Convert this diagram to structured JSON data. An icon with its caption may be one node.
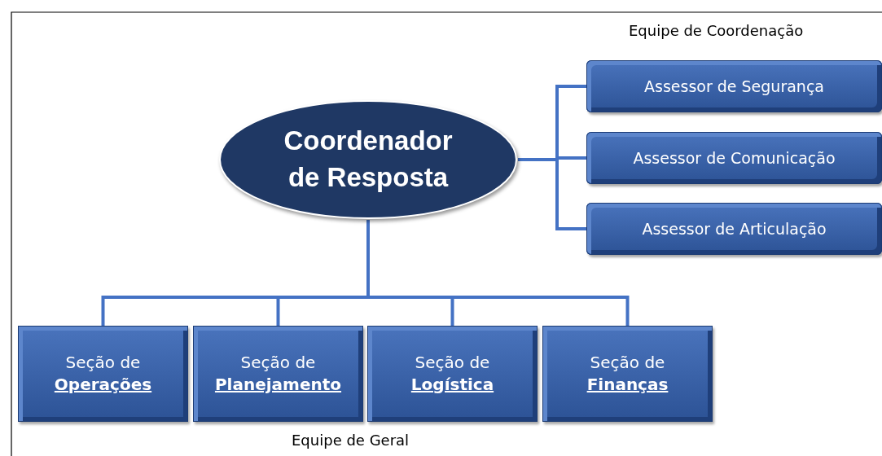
{
  "diagram": {
    "nodes": [
      {
        "text": [
          "Coordenador de Resposta"
        ]
      },
      {
        "text": [
          "Assessor de Segurança"
        ]
      },
      {
        "text": [
          "Assessor de Comunicação"
        ]
      },
      {
        "text": [
          "Assessor de Articulação"
        ]
      },
      {
        "text": [
          "Seção de **Operações**"
        ]
      },
      {
        "text": [
          "Seção de **Planejamento**"
        ]
      },
      {
        "text": [
          "Seção de **Logística**"
        ]
      },
      {
        "text": [
          "Seção de **Finanças**"
        ]
      }
    ],
    "edges": [
      {
        "from": 0,
        "to": 1,
        "arrow": "none"
      },
      {
        "from": 0,
        "to": 2,
        "arrow": "none"
      },
      {
        "from": 0,
        "to": 3,
        "arrow": "none"
      },
      {
        "from": 0,
        "to": 4,
        "arrow": "none"
      },
      {
        "from": 0,
        "to": 5,
        "arrow": "none"
      },
      {
        "from": 0,
        "to": 6,
        "arrow": "none"
      },
      {
        "from": 0,
        "to": 7,
        "arrow": "none"
      }
    ],
    "labels": [
      "Equipe de Coordenação",
      "Equipe de Geral"
    ]
  }
}
